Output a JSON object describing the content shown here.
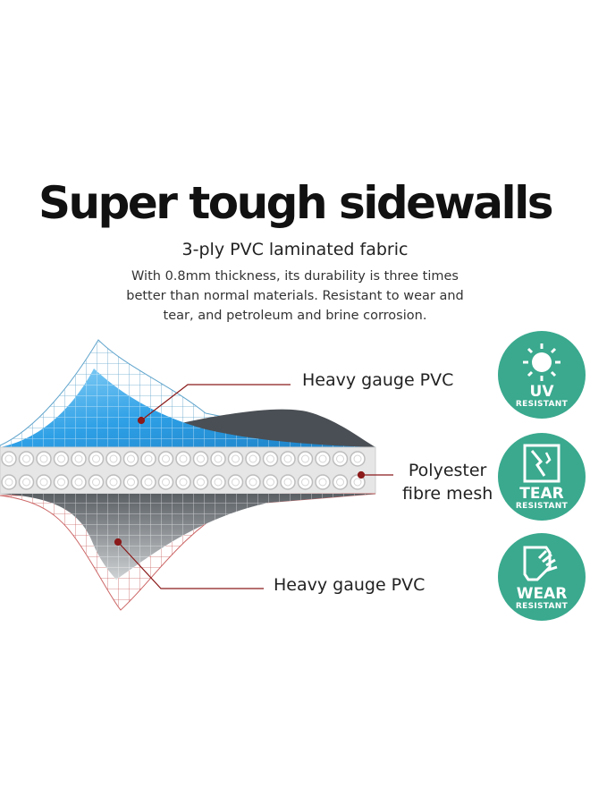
{
  "heading": "Super tough sidewalls",
  "subheading": "3-ply PVC laminated fabric",
  "description_lines": [
    "With 0.8mm thickness, its durability is three times",
    "better than normal materials. Resistant to wear and",
    "tear, and petroleum and brine corrosion."
  ],
  "layers": {
    "top": "Heavy gauge PVC",
    "middle_line1": "Polyester",
    "middle_line2": "fibre mesh",
    "bottom": "Heavy gauge PVC"
  },
  "badges": [
    {
      "title": "UV",
      "subtitle": "RESISTANT",
      "icon": "sun-icon"
    },
    {
      "title": "TEAR",
      "subtitle": "RESISTANT",
      "icon": "tear-icon"
    },
    {
      "title": "WEAR",
      "subtitle": "RESISTANT",
      "icon": "hand-icon"
    }
  ],
  "colors": {
    "badge": "#3aa98e",
    "leader_line": "#8b1a1a",
    "blue_layer": "#2b9be0",
    "dark_layer": "#4a4f55"
  }
}
